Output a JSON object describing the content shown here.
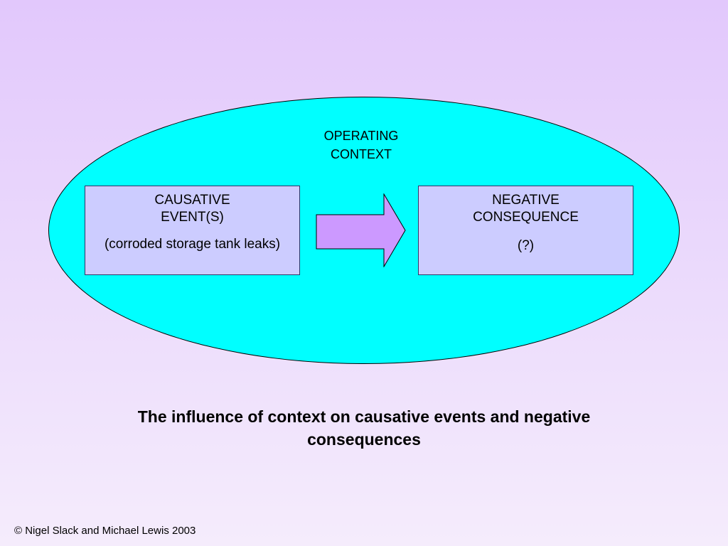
{
  "diagram": {
    "context_label_line1": "OPERATING",
    "context_label_line2": "CONTEXT",
    "cause_box": {
      "title_line1": "CAUSATIVE",
      "title_line2": "EVENT(S)",
      "detail": "(corroded storage tank leaks)"
    },
    "consequence_box": {
      "title_line1": "NEGATIVE",
      "title_line2": "CONSEQUENCE",
      "detail": "(?)"
    }
  },
  "caption": "The influence of context on causative events and negative consequences",
  "copyright": "© Nigel Slack and Michael Lewis 2003",
  "colors": {
    "ellipse_fill": "#00ffff",
    "box_fill": "#ccccff",
    "arrow_fill": "#cc99ff"
  }
}
